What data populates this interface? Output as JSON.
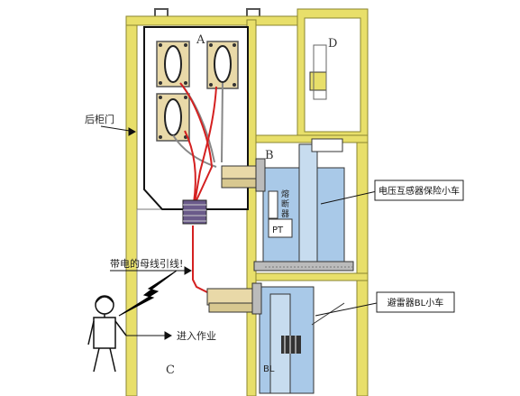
{
  "compartments": {
    "a": "A",
    "b": "B",
    "c": "C",
    "d": "D"
  },
  "labels": {
    "rear_door": "后柜门",
    "live_bus_lead": "带电的母线引线!",
    "enter_work": "进入作业",
    "fuse_char1": "熔",
    "fuse_char2": "断",
    "fuse_char3": "器",
    "pt": "PT",
    "bl": "BL"
  },
  "callouts": {
    "pt_fuse_truck": "电压互感器保险小车",
    "arrester_truck": "避雷器BL小车"
  },
  "colors": {
    "cabinet_frame": "#e8df6a",
    "panel_fill": "#a9c9e8",
    "busbar_red": "#d42020",
    "lightning": "#000000",
    "insulator": "#e9d9a8"
  }
}
